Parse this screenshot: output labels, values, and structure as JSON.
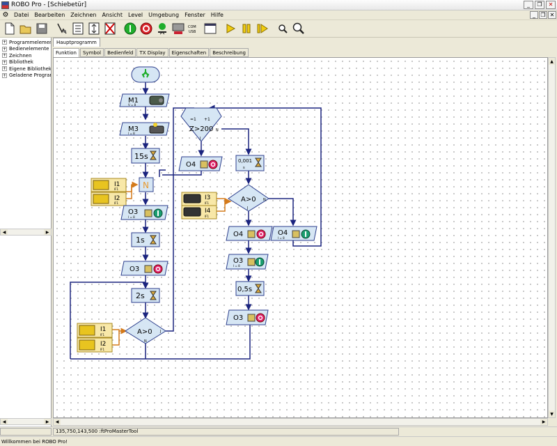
{
  "window": {
    "title": "ROBO Pro - [Schiebetür]"
  },
  "menu": {
    "items": [
      "Datei",
      "Bearbeiten",
      "Zeichnen",
      "Ansicht",
      "Level",
      "Umgebung",
      "Fenster",
      "Hilfe"
    ]
  },
  "toolbar": {
    "new": "new-document-icon",
    "open": "open-folder-icon",
    "save": "save-icon",
    "download": "download-icon",
    "usb": "COM USB"
  },
  "tree": {
    "items": [
      "Programmelemente",
      "Bedienelemente",
      "Zeichnen",
      "Bibliothek",
      "Eigene Bibliothek",
      "Geladene Programm"
    ]
  },
  "tabs": {
    "main": "Hauptprogramm",
    "sub": [
      "Funktion",
      "Symbol",
      "Bedienfeld",
      "TX Display",
      "Eigenschaften",
      "Beschreibung"
    ]
  },
  "program": {
    "m1": "M1",
    "m1_sub": "V = 8",
    "m3": "M3",
    "m3_sub": "I = 8",
    "wait_15": "15s",
    "merge_n": "N",
    "o3_a": "O3",
    "o3_a_sub": "I = 8",
    "wait_1": "1s",
    "o3_b": "O3",
    "wait_2": "2s",
    "cmp_left": "A>0",
    "cmp_left_j": "J",
    "cmp_left_n": "N",
    "in_i1_a": "I1",
    "in_i1_a_sub": "IF1",
    "in_i2_a": "I2",
    "in_i2_a_sub": "IF1",
    "in_i1_b": "I1",
    "in_i1_b_sub": "IF1",
    "in_i2_b": "I2",
    "in_i2_b_sub": "IF1",
    "counter_a": "=1",
    "counter_b": "+1",
    "counter_cond": "Z>200",
    "counter_n": "N",
    "counter_j": "J",
    "o4_a": "O4",
    "wait_001": "0,001",
    "wait_001_unit": "s",
    "cmp_right": "A>0",
    "cmp_right_j": "J",
    "cmp_right_n": "N",
    "in_i3": "I3",
    "in_i3_sub": "IF1",
    "in_i4": "I4",
    "in_i4_sub": "IF1",
    "o4_b": "O4",
    "o4_c": "O4",
    "o4_c_sub": "I = 8",
    "o3_c": "O3",
    "o3_c_sub": "I = 8",
    "wait_05": "0,5s",
    "o3_d": "O3"
  },
  "coords": "135,750,143,500 :ftProMasterTool",
  "status": "Willkommen bei ROBO Pro!"
}
